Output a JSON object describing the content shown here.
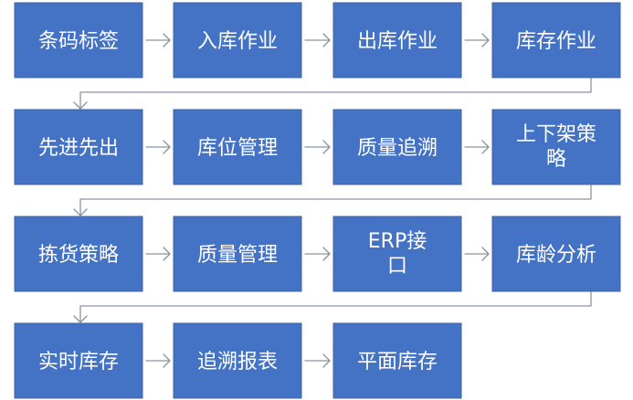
{
  "flow": {
    "rows": [
      [
        "条码标签",
        "入库作业",
        "出库作业",
        "库存作业"
      ],
      [
        "先进先出",
        "库位管理",
        "质量追溯",
        "上下架策略"
      ],
      [
        "拣货策略",
        "质量管理",
        "ERP接口",
        "库龄分析"
      ],
      [
        "实时库存",
        "追溯报表",
        "平面库存"
      ]
    ]
  },
  "colors": {
    "node_fill": "#4472C4",
    "node_border": "#41659F",
    "node_text": "#FFFFFF",
    "connector": "#8B93A2"
  }
}
